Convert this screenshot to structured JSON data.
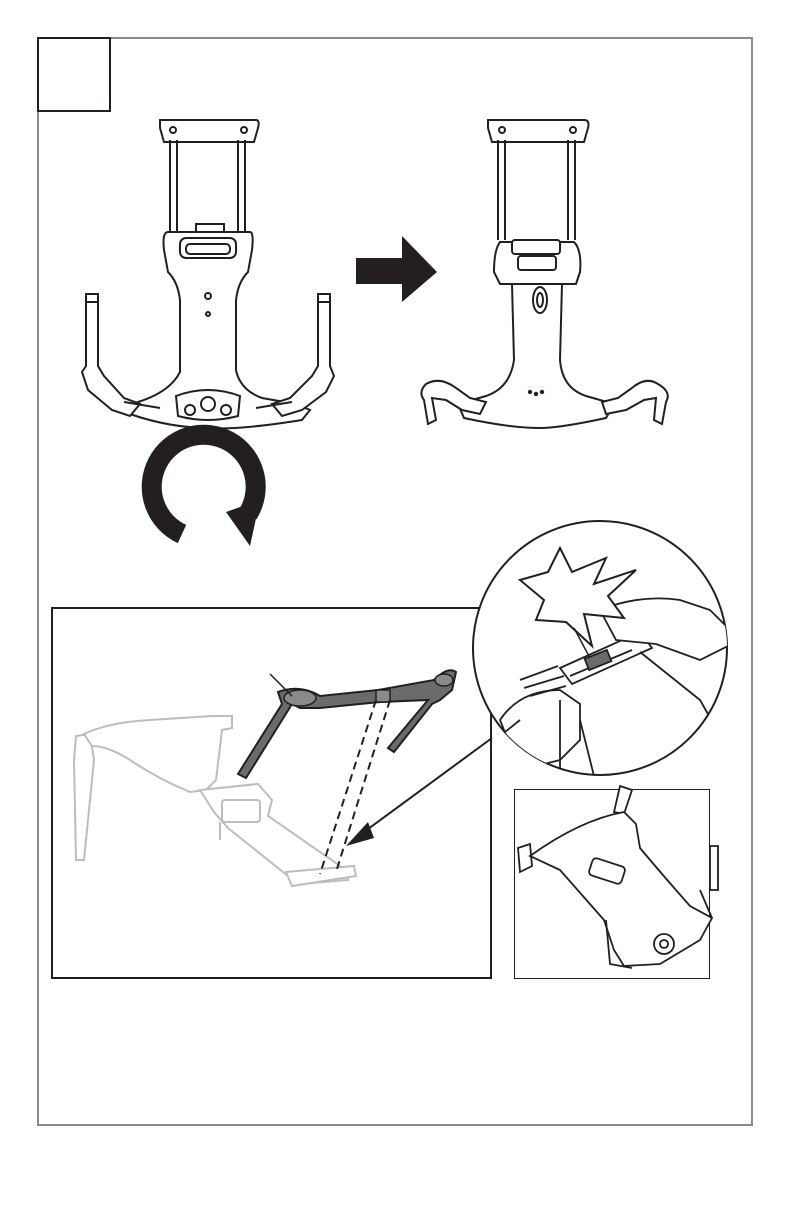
{
  "step": {
    "number": ""
  },
  "figure": {
    "views": [
      "rear-view",
      "front-view",
      "main-detail",
      "click-zoom",
      "result-view"
    ],
    "colors": {
      "line": "#231f20",
      "arrow": "#231f20",
      "part_fill": "#6b6b6b",
      "ghost": "#bdbdbd",
      "frame": "#8a8a8a"
    },
    "icons": [
      "arrow-right-icon",
      "rotate-arrow-icon",
      "starburst-icon"
    ]
  }
}
